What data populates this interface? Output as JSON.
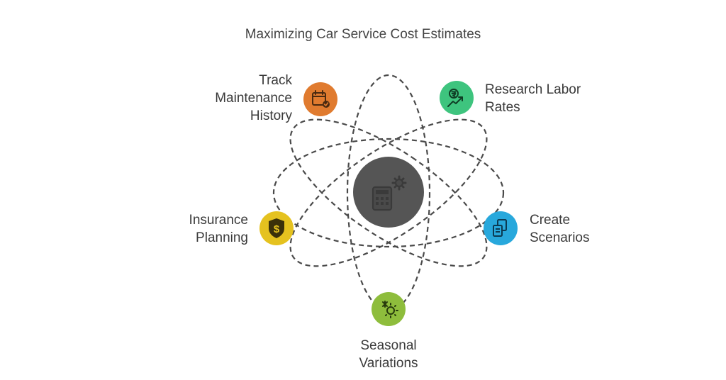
{
  "title": "Maximizing Car Service Cost Estimates",
  "center": {
    "icon": "calculator-gear-icon",
    "color": "#555555"
  },
  "nodes": [
    {
      "id": "track",
      "lines": [
        "Track",
        "Maintenance",
        "History"
      ],
      "icon": "calendar-check-icon",
      "color": "#e07b2f"
    },
    {
      "id": "research",
      "lines": [
        "Research Labor",
        "Rates"
      ],
      "icon": "rupee-trend-icon",
      "color": "#3ec47e"
    },
    {
      "id": "scenarios",
      "lines": [
        "Create",
        "Scenarios"
      ],
      "icon": "documents-icon",
      "color": "#28a8dc"
    },
    {
      "id": "seasonal",
      "lines": [
        "Seasonal",
        "Variations"
      ],
      "icon": "sun-snow-icon",
      "color": "#8ebd3c"
    },
    {
      "id": "insurance",
      "lines": [
        "Insurance",
        "Planning"
      ],
      "icon": "dollar-shield-icon",
      "color": "#e5c21f"
    }
  ],
  "orbit_color": "#4a4a4a"
}
